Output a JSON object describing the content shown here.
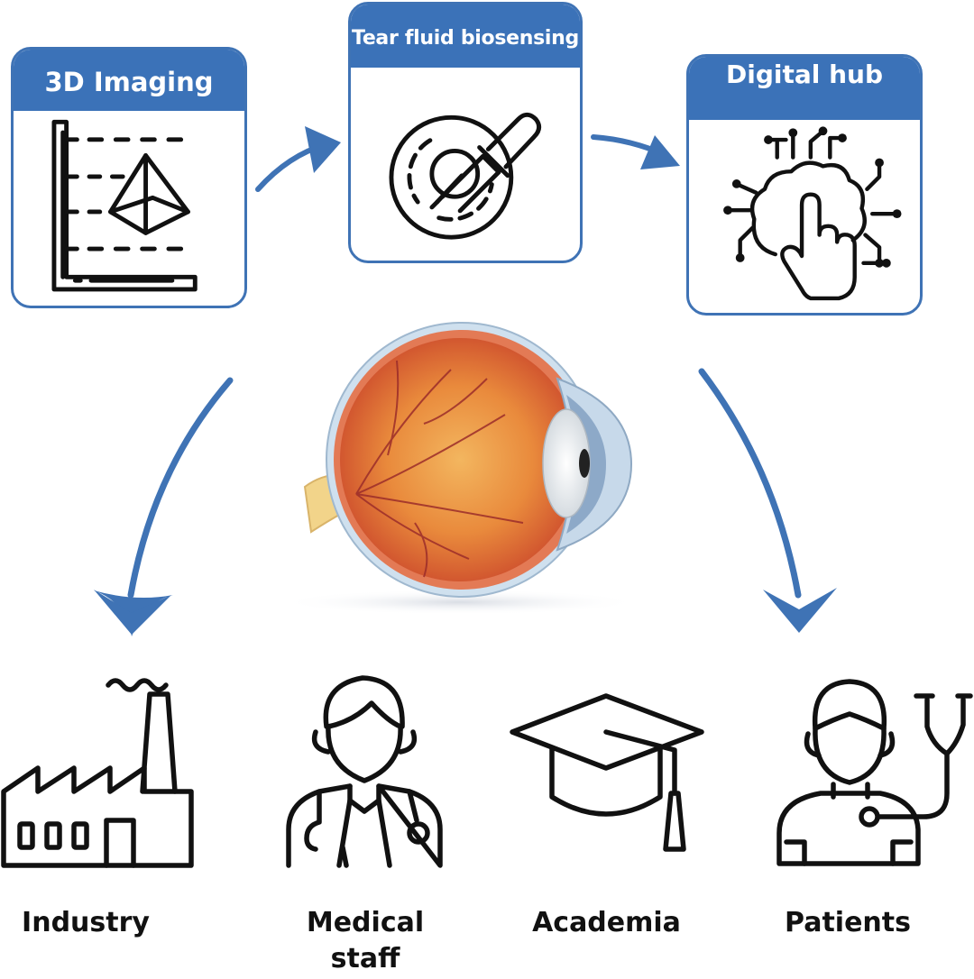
{
  "cards": {
    "imaging": {
      "title": "3D Imaging",
      "icon": "3d-pyramid-icon"
    },
    "tear": {
      "title": "Tear fluid biosensing",
      "icon": "dropper-sample-icon"
    },
    "hub": {
      "title": "Digital hub",
      "icon": "digital-brain-touch-icon"
    }
  },
  "stakeholders": [
    {
      "label": "Industry",
      "icon": "factory-icon"
    },
    {
      "label": "Medical staff",
      "icon": "doctor-icon"
    },
    {
      "label": "Academia",
      "icon": "graduation-cap-icon"
    },
    {
      "label": "Patients",
      "icon": "patient-stethoscope-icon"
    }
  ],
  "colors": {
    "accent": "#3b72b8",
    "icon_stroke": "#111111",
    "eye_orange": "#e98a3c",
    "eye_red": "#c9372c"
  }
}
